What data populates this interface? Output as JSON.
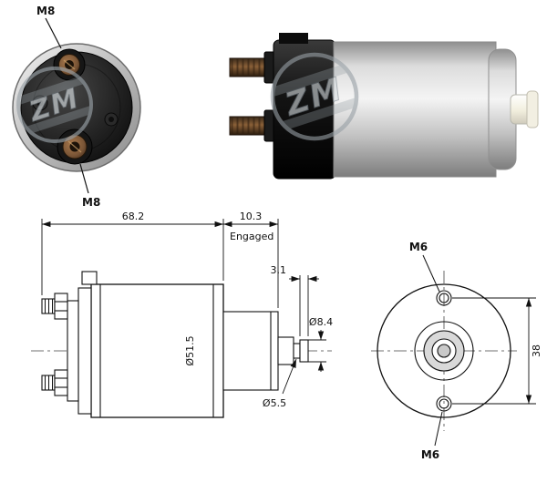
{
  "watermark": {
    "text": "ZM",
    "color": "#8b949b"
  },
  "top_photos": {
    "end_view": {
      "label_top": "M8",
      "label_bottom": "M8"
    }
  },
  "side_view_drawing": {
    "dim_total_length": "68.2",
    "dim_travel": "10.3",
    "label_engaged": "Engaged",
    "dim_tip_width": "3.1",
    "dim_tip_dia": "Ø8.4",
    "dim_body_dia": "Ø51.5",
    "dim_groove_dia": "Ø5.5"
  },
  "front_view_drawing": {
    "label_hole_top": "M6",
    "label_hole_bottom": "M6",
    "dim_hole_spacing": "38"
  },
  "colors": {
    "line": "#1a1a1a",
    "metal_light": "#ececec",
    "metal_dark": "#8f8f8f",
    "cap_black": "#111111",
    "copper": "#7a5536",
    "rod_ivory": "#efe9d8"
  }
}
